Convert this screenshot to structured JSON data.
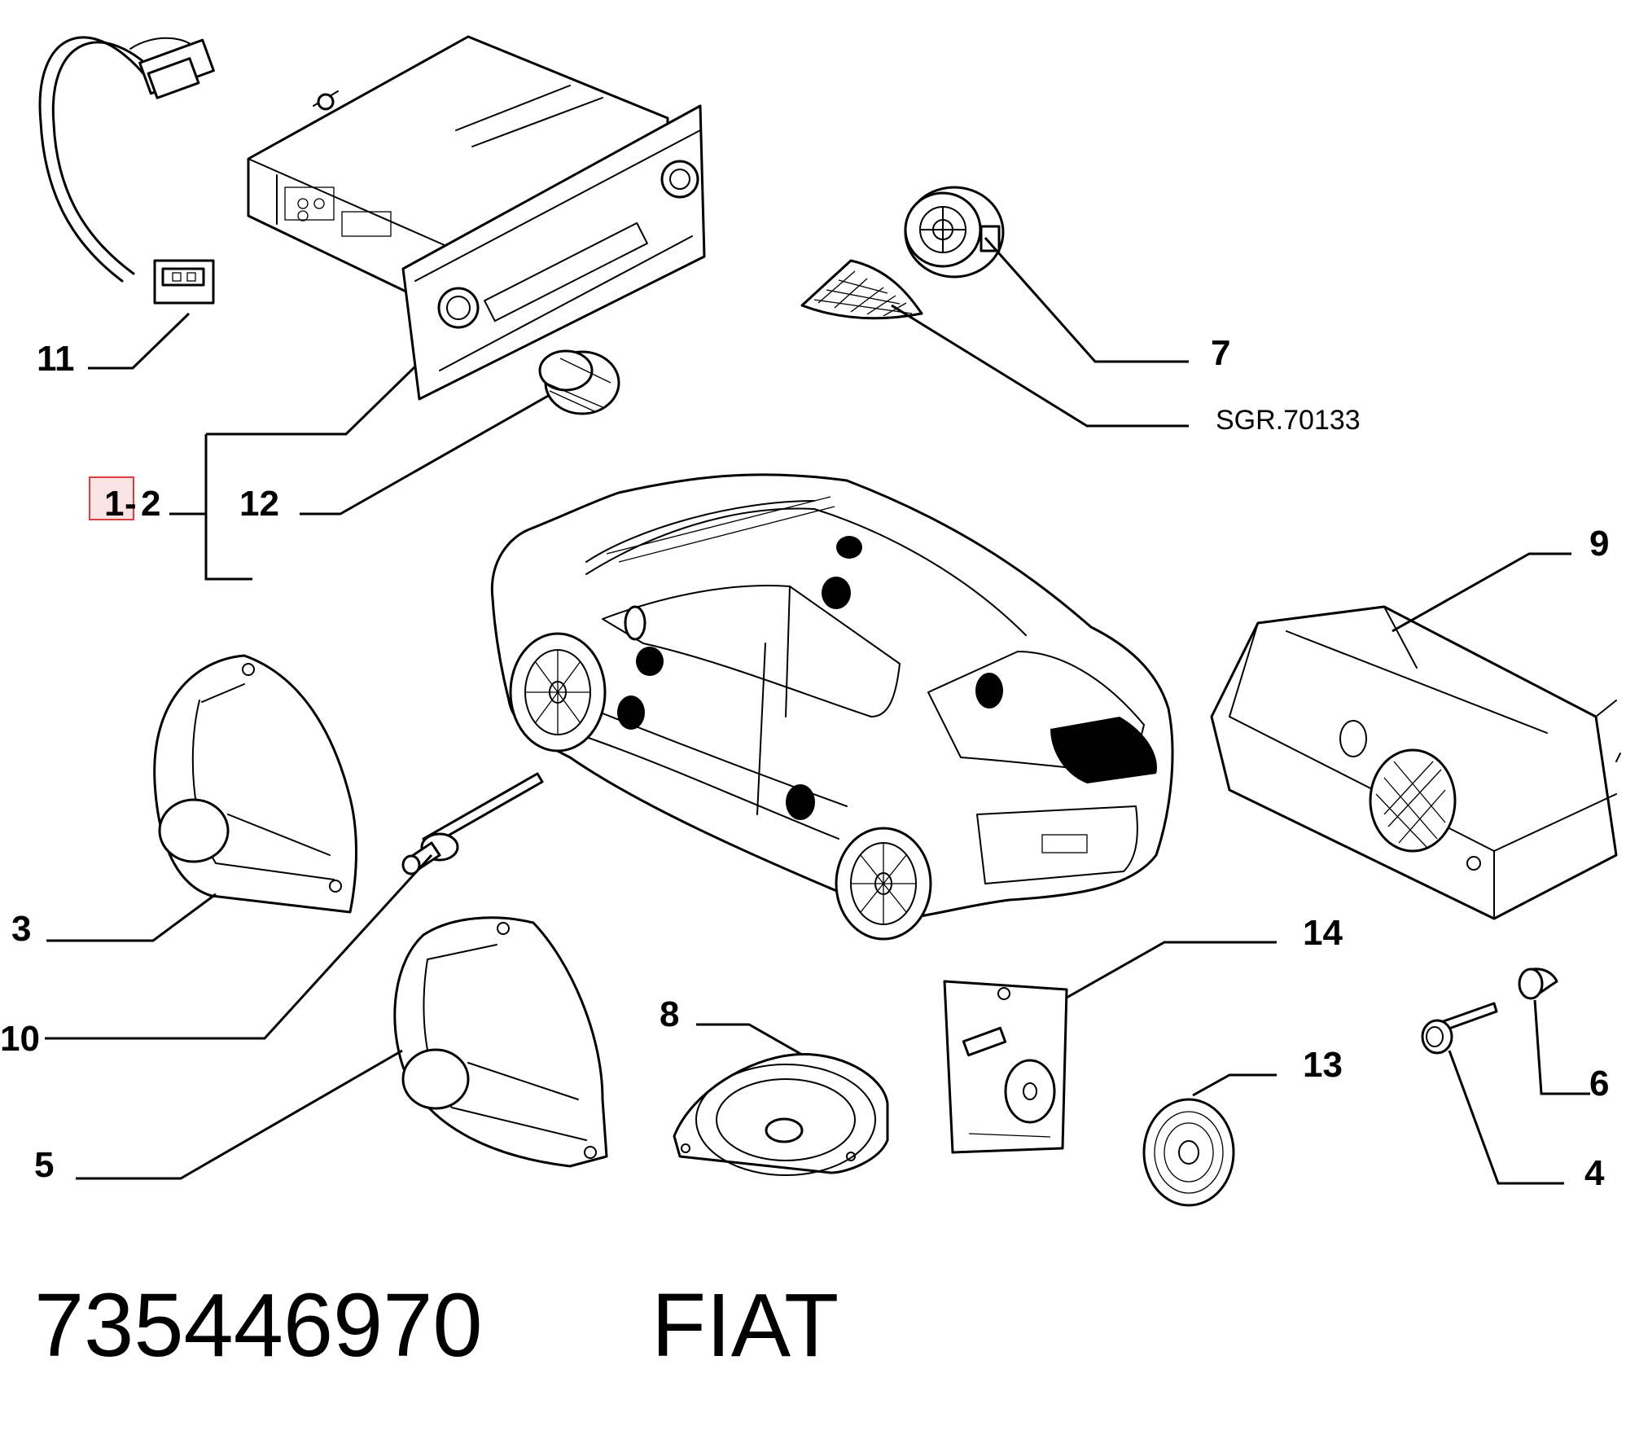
{
  "callouts": {
    "c1": "1",
    "c2": "2",
    "c3": "3",
    "c4": "4",
    "c5": "5",
    "c6": "6",
    "c7": "7",
    "c8": "8",
    "c9": "9",
    "c10": "10",
    "c11": "11",
    "c12": "12",
    "c13": "13",
    "c14": "14",
    "sgr": "SGR.70133"
  },
  "footer": {
    "part_number": "735446970",
    "brand": "FIAT"
  },
  "colors": {
    "line": "#000000",
    "background": "#ffffff",
    "highlight_box": "#e03c3c",
    "highlight_fill": "#fbe3e3"
  }
}
